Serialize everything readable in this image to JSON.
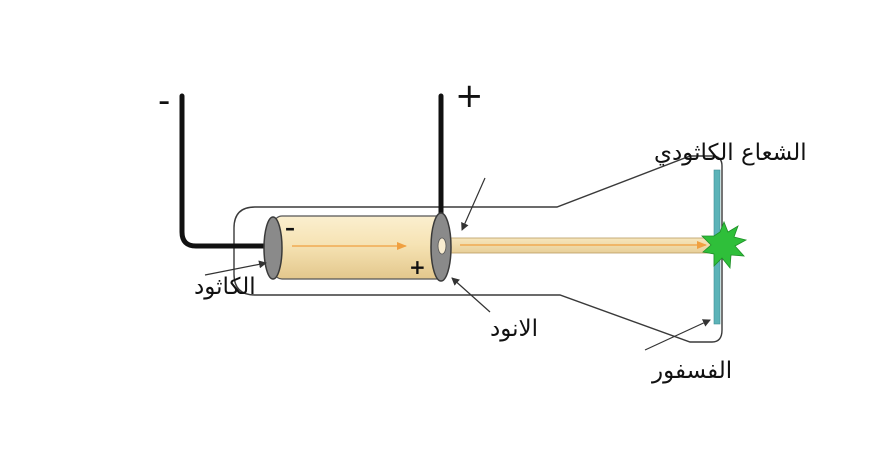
{
  "labels": {
    "negative_terminal": "-",
    "positive_terminal": "+",
    "cathode_ray": "الشعاع الكاثودي",
    "cathode": "الكاثود",
    "anode": "الانود",
    "phosphor": "الفسفور",
    "cathode_sign": "–",
    "anode_sign": "+"
  },
  "colors": {
    "tube_outline": "#3a3a3a",
    "wire": "#111111",
    "electrode": "#8a8a8a",
    "cylinder_fill": "#f3dfae",
    "beam": "#f2dcaa",
    "beam_arrow": "#f0a040",
    "screen": "#5cb3b8",
    "flash": "#2fbf3a"
  }
}
